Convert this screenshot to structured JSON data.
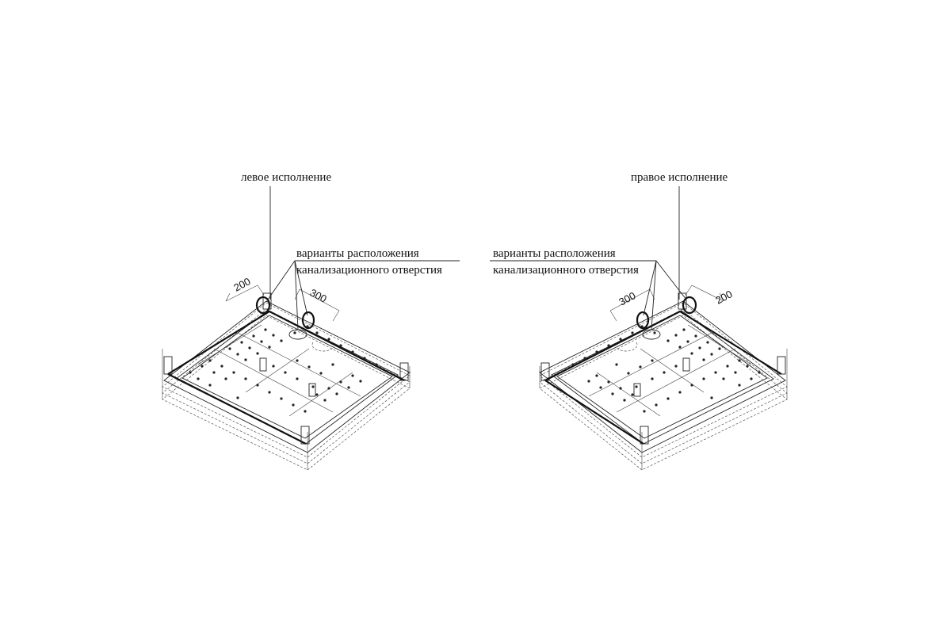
{
  "left_tray": {
    "title": "левое исполнение",
    "drain_label_line1": "варианты расположения",
    "drain_label_line2": "канализационного отверстия",
    "dim_200": "200",
    "dim_300": "300"
  },
  "right_tray": {
    "title": "правое исполнение",
    "drain_label_line1": "варианты расположения",
    "drain_label_line2": "канализационного отверстия",
    "dim_200": "200",
    "dim_300": "300"
  },
  "colors": {
    "ink": "#111111",
    "background": "#ffffff"
  }
}
